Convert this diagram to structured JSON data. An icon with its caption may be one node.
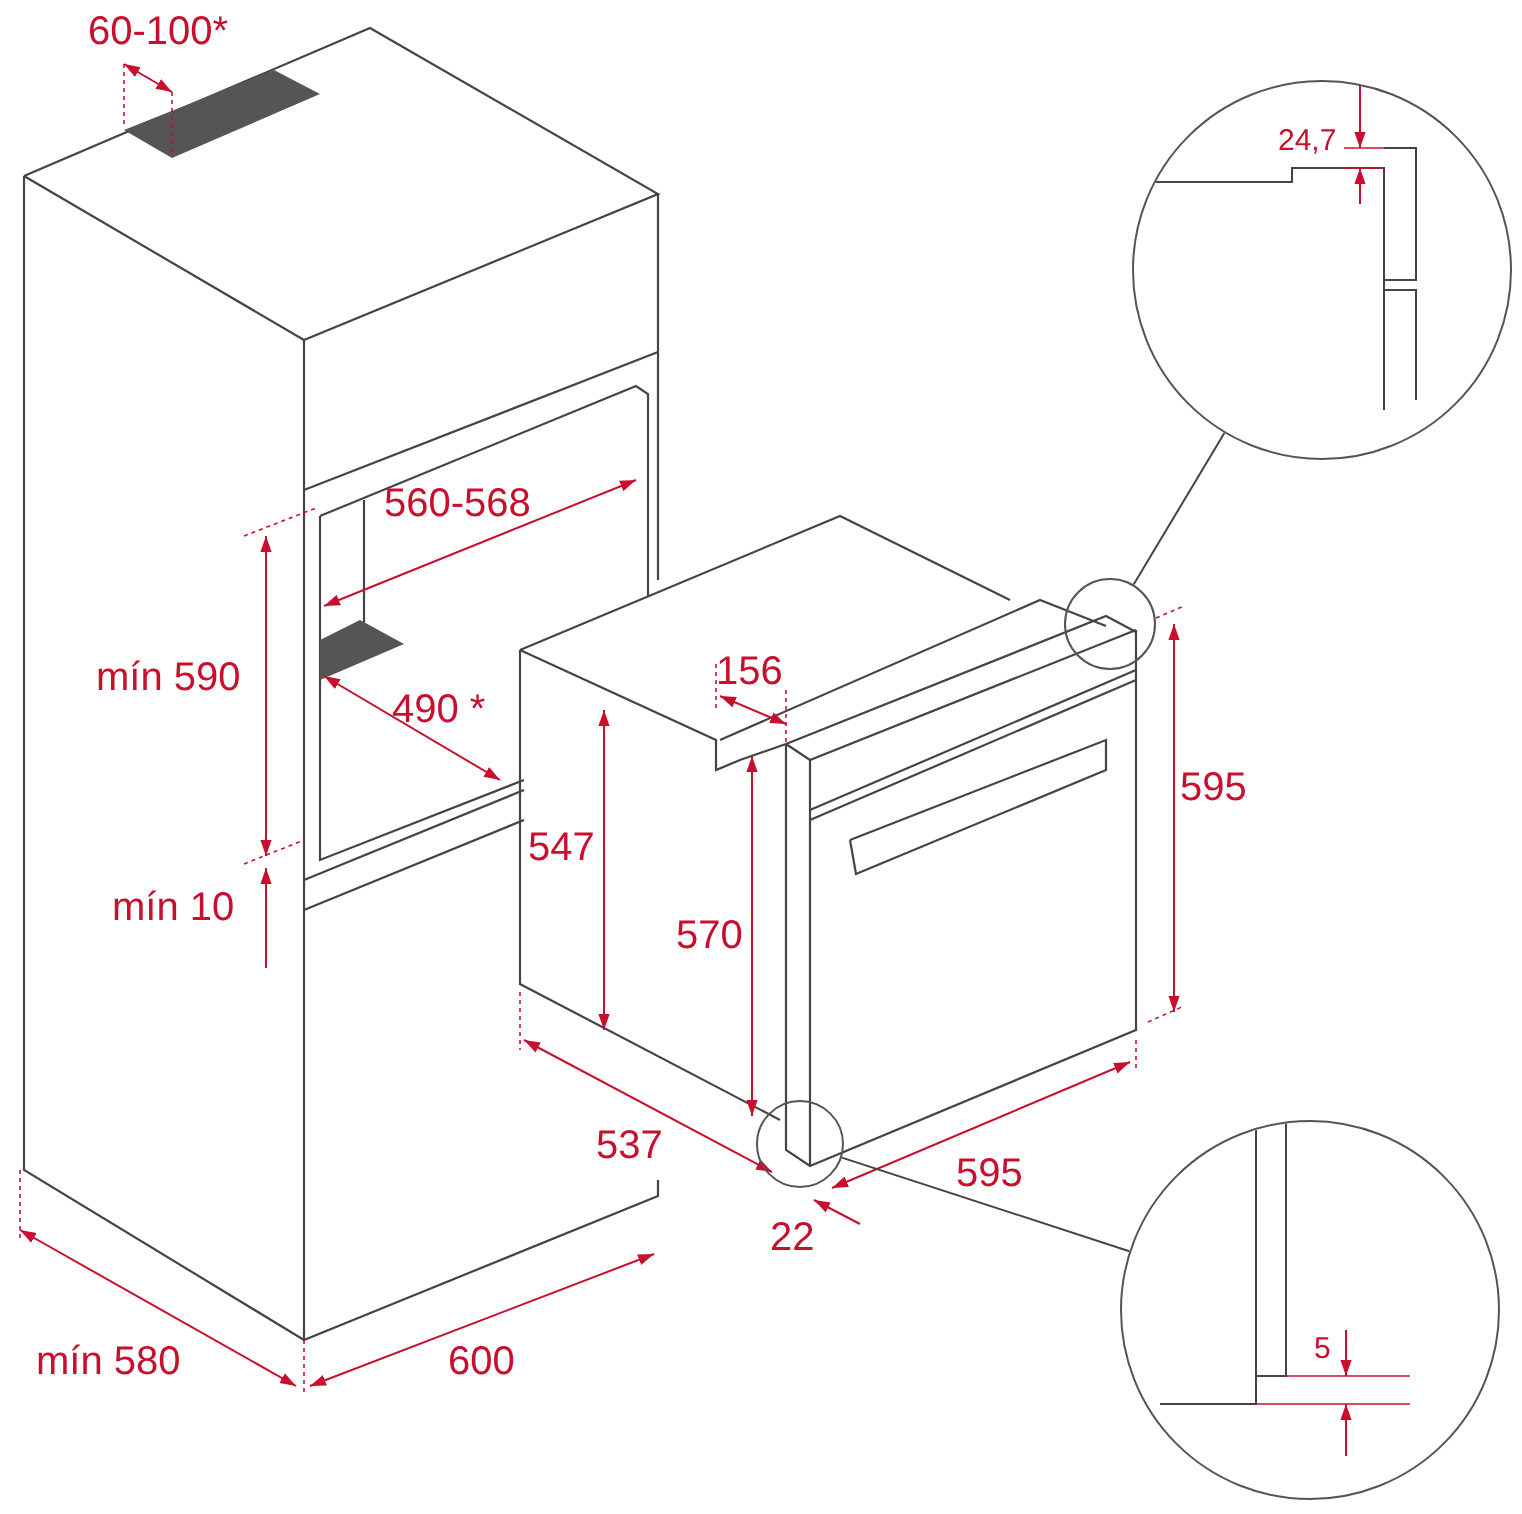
{
  "diagram": {
    "nodes": [
      {
        "text": [],
        "shape": "circle"
      },
      {
        "text": [
          "24,7"
        ]
      },
      {
        "text": [],
        "shape": "circle"
      },
      {
        "text": [
          "5"
        ]
      }
    ],
    "edges": [
      {
        "from": 0,
        "to": 1,
        "arrow": "none"
      },
      {
        "from": 2,
        "to": 3,
        "arrow": "none"
      }
    ],
    "labels": [
      "60-100*",
      "560-568",
      "mín 590",
      "490 *",
      "156",
      "595",
      "547",
      "mín 10",
      "570",
      "537",
      "595",
      "22",
      "mín 580",
      "600"
    ]
  }
}
